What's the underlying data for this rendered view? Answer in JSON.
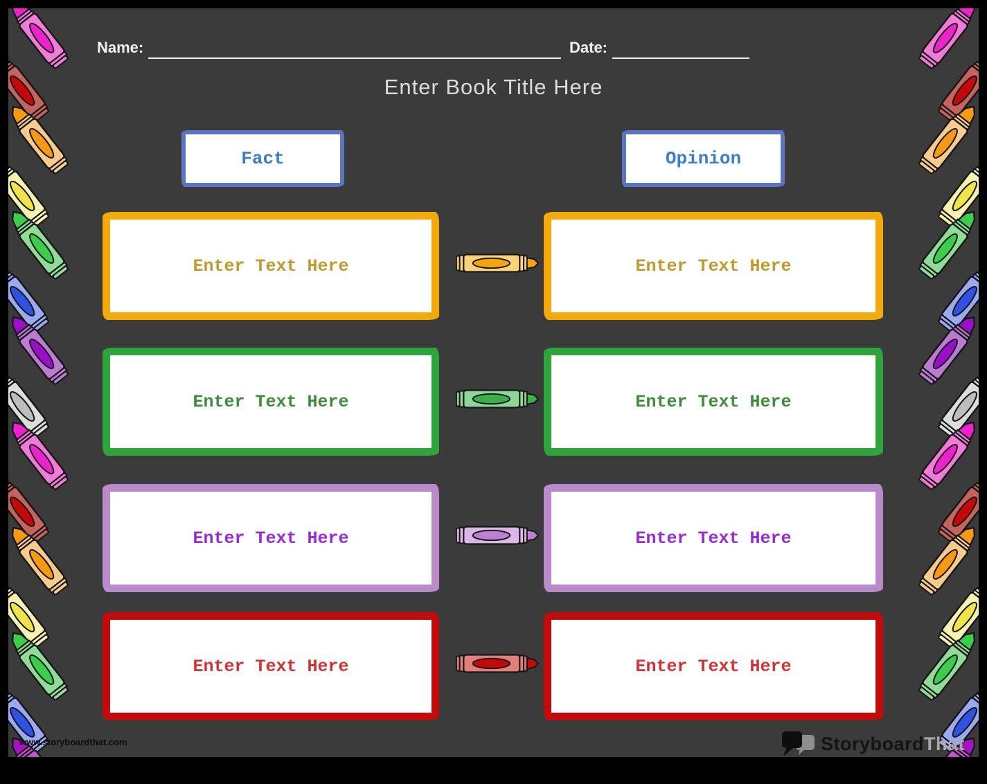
{
  "frame": {
    "background_color": "#000000",
    "canvas_color": "#3B3B3B"
  },
  "header": {
    "name_label": "Name:",
    "date_label": "Date:",
    "title": "Enter Book Title Here"
  },
  "column_headers": {
    "border_color": "#5B74C4",
    "text_color": "#3D7EC9",
    "fact": {
      "label": "Fact"
    },
    "opinion": {
      "label": "Opinion"
    }
  },
  "rows": [
    {
      "color_name": "yellow",
      "border_color": "#F6A90B",
      "text_color": "#C4992B",
      "crayon_body": "#FBD278",
      "crayon_inner": "#F5A40A",
      "fact_text": "Enter Text Here",
      "opinion_text": "Enter Text Here"
    },
    {
      "color_name": "green",
      "border_color": "#2EA43A",
      "text_color": "#3E8C3C",
      "crayon_body": "#90D59A",
      "crayon_inner": "#3CAF4A",
      "fact_text": "Enter Text Here",
      "opinion_text": "Enter Text Here"
    },
    {
      "color_name": "purple",
      "border_color": "#BB8ACB",
      "text_color": "#9929DA",
      "crayon_body": "#DCB6E8",
      "crayon_inner": "#BD7FD2",
      "fact_text": "Enter Text Here",
      "opinion_text": "Enter Text Here"
    },
    {
      "color_name": "red",
      "border_color": "#C20B0B",
      "text_color": "#D23232",
      "crayon_body": "#E08078",
      "crayon_inner": "#C50808",
      "fact_text": "Enter Text Here",
      "opinion_text": "Enter Text Here"
    }
  ],
  "side_crayons": {
    "left": [
      {
        "name": "pink",
        "body": "#F27BDA",
        "inner": "#EE22CC"
      },
      {
        "name": "red",
        "body": "#C4645C",
        "inner": "#C50808"
      },
      {
        "name": "orange",
        "body": "#F8CB8D",
        "inner": "#F79913"
      },
      {
        "name": "yellow",
        "body": "#F8F3B0",
        "inner": "#F2E34A"
      },
      {
        "name": "green",
        "body": "#8EDC95",
        "inner": "#3BCE4B"
      },
      {
        "name": "blue",
        "body": "#9AA9F2",
        "inner": "#2F52E2"
      },
      {
        "name": "purple",
        "body": "#BC7BD2",
        "inner": "#9A10C8"
      },
      {
        "name": "silver",
        "body": "#DCDCDC",
        "inner": "#BDBDBD"
      },
      {
        "name": "pink",
        "body": "#F27BDA",
        "inner": "#EE22CC"
      },
      {
        "name": "red",
        "body": "#C4645C",
        "inner": "#C50808"
      },
      {
        "name": "orange",
        "body": "#F8CB8D",
        "inner": "#F79913"
      },
      {
        "name": "yellow",
        "body": "#F8F3B0",
        "inner": "#F2E34A"
      },
      {
        "name": "green",
        "body": "#8EDC95",
        "inner": "#3BCE4B"
      },
      {
        "name": "blue",
        "body": "#9AA9F2",
        "inner": "#2F52E2"
      },
      {
        "name": "magenta",
        "body": "#C44FD0",
        "inner": "#A414BE"
      }
    ],
    "right": [
      {
        "name": "pink",
        "body": "#F27BDA",
        "inner": "#EE22CC"
      },
      {
        "name": "red",
        "body": "#C4645C",
        "inner": "#C50808"
      },
      {
        "name": "orange",
        "body": "#F8CB8D",
        "inner": "#F79913"
      },
      {
        "name": "yellow",
        "body": "#F8F3B0",
        "inner": "#F2E34A"
      },
      {
        "name": "green",
        "body": "#8EDC95",
        "inner": "#3BCE4B"
      },
      {
        "name": "blue",
        "body": "#9AA9F2",
        "inner": "#2F52E2"
      },
      {
        "name": "purple",
        "body": "#BC7BD2",
        "inner": "#9A10C8"
      },
      {
        "name": "silver",
        "body": "#DCDCDC",
        "inner": "#BDBDBD"
      },
      {
        "name": "pink",
        "body": "#F27BDA",
        "inner": "#EE22CC"
      },
      {
        "name": "red",
        "body": "#C4645C",
        "inner": "#C50808"
      },
      {
        "name": "orange",
        "body": "#F8CB8D",
        "inner": "#F79913"
      },
      {
        "name": "yellow",
        "body": "#F8F3B0",
        "inner": "#F2E34A"
      },
      {
        "name": "green",
        "body": "#8EDC95",
        "inner": "#3BCE4B"
      },
      {
        "name": "blue",
        "body": "#9AA9F2",
        "inner": "#2F52E2"
      },
      {
        "name": "magenta",
        "body": "#C44FD0",
        "inner": "#A414BE"
      }
    ]
  },
  "footer": {
    "url": "www.storyboardthat.com",
    "logo": {
      "part1": "Storyboard",
      "part2": "That"
    }
  }
}
